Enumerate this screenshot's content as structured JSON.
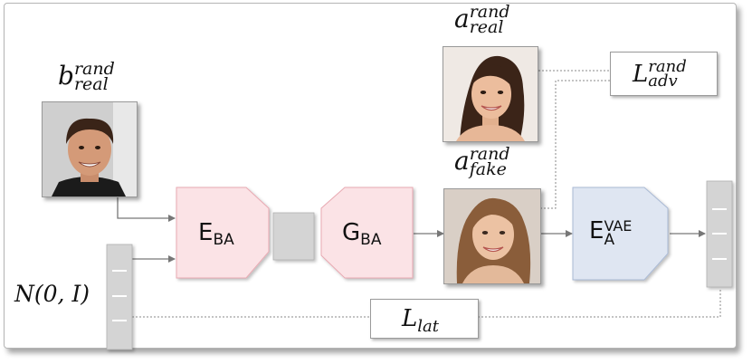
{
  "labels": {
    "b_real": {
      "base": "b",
      "sup": "rand",
      "sub": "real"
    },
    "a_real": {
      "base": "a",
      "sup": "rand",
      "sub": "real"
    },
    "a_fake": {
      "base": "a",
      "sup": "rand",
      "sub": "fake"
    },
    "l_adv": {
      "base": "L",
      "sup": "rand",
      "sub": "adv"
    },
    "l_lat": {
      "base": "L",
      "sub": "lat"
    },
    "noise": "N(0, I)"
  },
  "modules": {
    "encoder_ba": {
      "base": "E",
      "sub": "BA"
    },
    "generator_ba": {
      "base": "G",
      "sub": "BA"
    },
    "encoder_vae": {
      "base": "E",
      "sub": "A",
      "sup": "VAE"
    }
  },
  "colors": {
    "pink_fill": "#fbe3e6",
    "pink_stroke": "#e8a9b2",
    "blue_fill": "#dfe6f2",
    "blue_stroke": "#a9b9d4",
    "gray_block": "#d4d4d4",
    "arrow": "#777777"
  }
}
